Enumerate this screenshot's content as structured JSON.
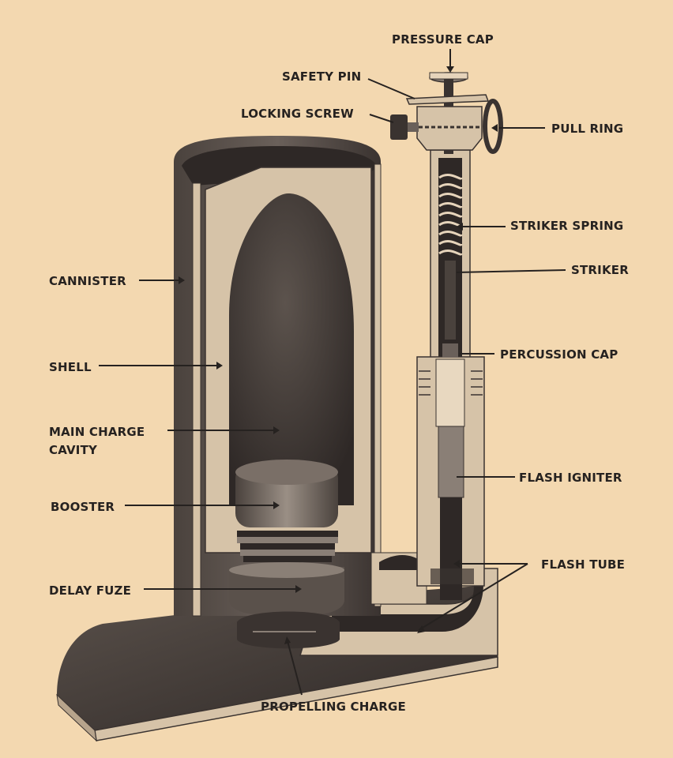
{
  "diagram": {
    "colors": {
      "background": "#f3d8b0",
      "ink": "#262220",
      "metal_dark": "#3a3330",
      "metal_mid": "#6a605a",
      "metal_light": "#d6c3a8"
    },
    "labels": {
      "pressure_cap": "PRESSURE CAP",
      "safety_pin": "SAFETY PIN",
      "locking_screw": "LOCKING SCREW",
      "pull_ring": "PULL RING",
      "striker_spring": "STRIKER SPRING",
      "striker": "STRIKER",
      "cannister": "CANNISTER",
      "percussion_cap": "PERCUSSION CAP",
      "shell": "SHELL",
      "main_charge_line1": "MAIN CHARGE",
      "main_charge_line2": "CAVITY",
      "flash_igniter": "FLASH IGNITER",
      "booster": "BOOSTER",
      "flash_tube": "FLASH TUBE",
      "delay_fuze": "DELAY FUZE",
      "propelling_charge": "PROPELLING CHARGE"
    }
  }
}
